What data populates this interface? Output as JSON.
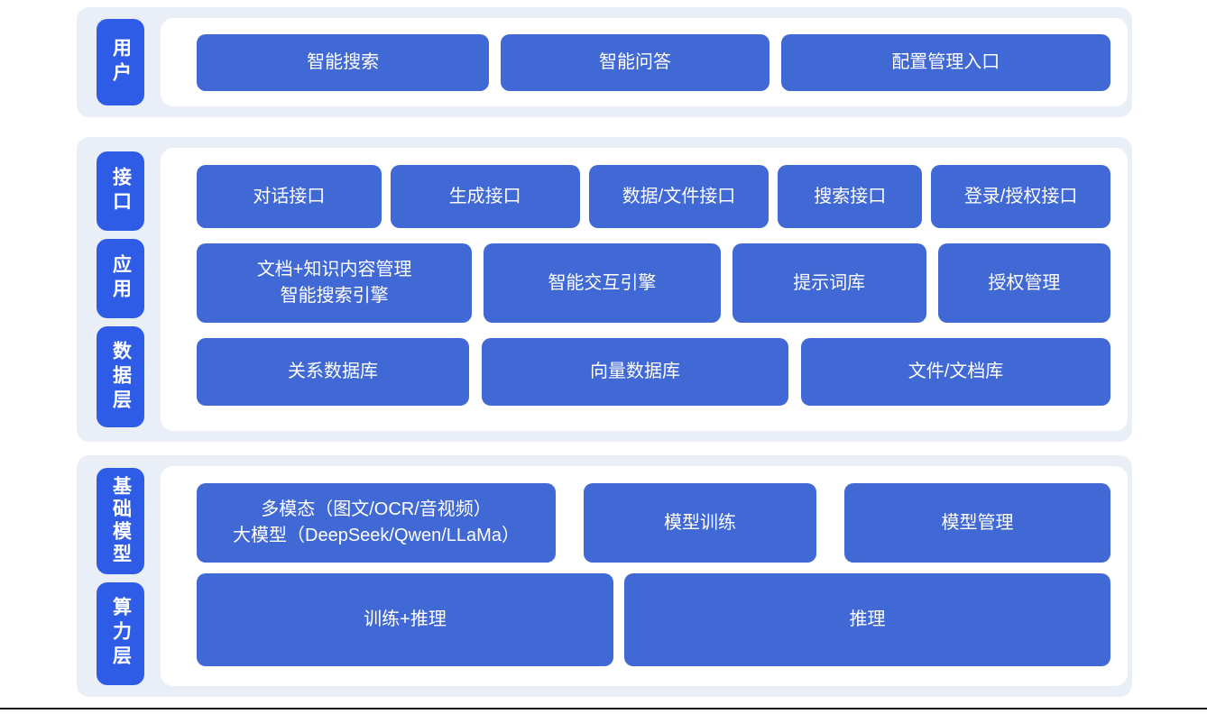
{
  "colors": {
    "band_bg": "#e9eef7",
    "panel_bg": "#ffffff",
    "box_blue": "#4169d6",
    "label_blue": "#2e5ce6",
    "text": "#ffffff",
    "bottom_rule": "#111111"
  },
  "diagram": {
    "sections": [
      {
        "labels": [
          {
            "text": "用户"
          }
        ],
        "rows": [
          {
            "boxes": [
              {
                "lines": [
                  "智能搜索"
                ]
              },
              {
                "lines": [
                  "智能问答"
                ]
              },
              {
                "lines": [
                  "配置管理入口"
                ]
              }
            ]
          }
        ]
      },
      {
        "labels": [
          {
            "text": "接口"
          },
          {
            "text": "应用"
          },
          {
            "text": "数据层"
          }
        ],
        "rows": [
          {
            "boxes": [
              {
                "lines": [
                  "对话接口"
                ]
              },
              {
                "lines": [
                  "生成接口"
                ]
              },
              {
                "lines": [
                  "数据/文件接口"
                ]
              },
              {
                "lines": [
                  "搜索接口"
                ]
              },
              {
                "lines": [
                  "登录/授权接口"
                ]
              }
            ]
          },
          {
            "boxes": [
              {
                "lines": [
                  "文档+知识内容管理",
                  "智能搜索引擎"
                ]
              },
              {
                "lines": [
                  "智能交互引擎"
                ]
              },
              {
                "lines": [
                  "提示词库"
                ]
              },
              {
                "lines": [
                  "授权管理"
                ]
              }
            ]
          },
          {
            "boxes": [
              {
                "lines": [
                  "关系数据库"
                ]
              },
              {
                "lines": [
                  "向量数据库"
                ]
              },
              {
                "lines": [
                  "文件/文档库"
                ]
              }
            ]
          }
        ]
      },
      {
        "labels": [
          {
            "text": "基础模型"
          },
          {
            "text": "算力层"
          }
        ],
        "rows": [
          {
            "boxes": [
              {
                "lines": [
                  "多模态（图文/OCR/音视频）",
                  "大模型（DeepSeek/Qwen/LLaMa）"
                ]
              },
              {
                "lines": [
                  "模型训练"
                ]
              },
              {
                "lines": [
                  "模型管理"
                ]
              }
            ]
          },
          {
            "boxes": [
              {
                "lines": [
                  "训练+推理"
                ]
              },
              {
                "lines": [
                  "推理"
                ]
              }
            ]
          }
        ]
      }
    ]
  }
}
